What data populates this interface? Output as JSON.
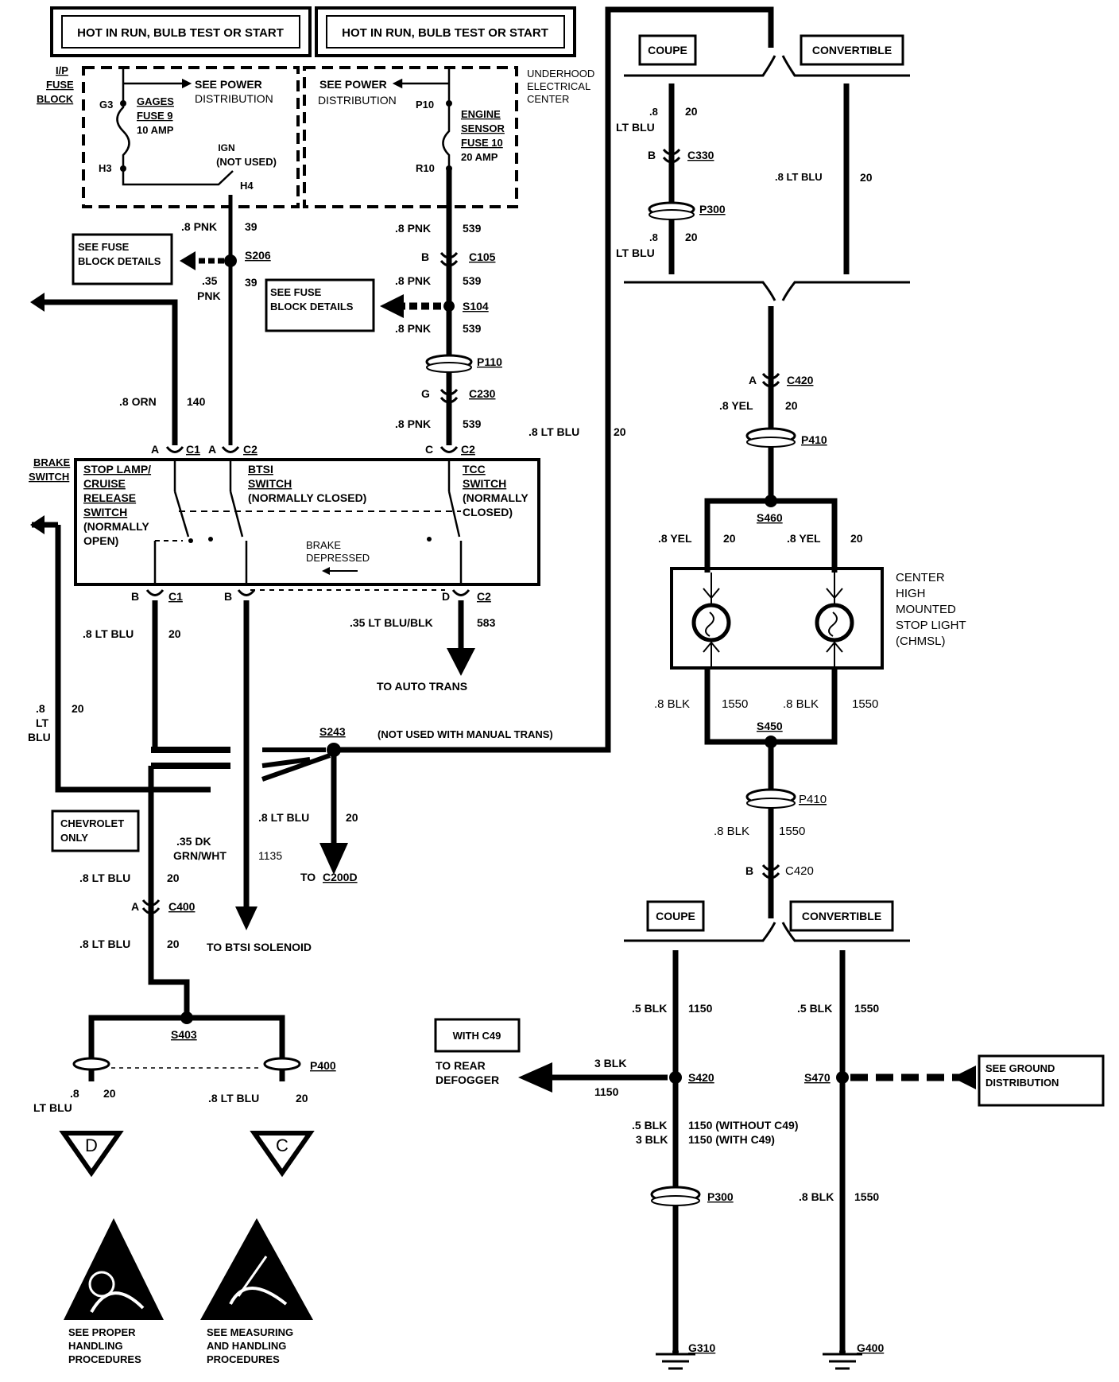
{
  "banners": {
    "left": "HOT IN RUN, BULB TEST OR START",
    "right": "HOT IN RUN, BULB TEST OR START"
  },
  "ip_fuse": {
    "line1": "I/P",
    "line2": "FUSE",
    "line3": "BLOCK",
    "g3": "G3",
    "h3": "H3",
    "gages1": "GAGES",
    "gages2": "FUSE 9",
    "gages3": "10 AMP",
    "seepower": "SEE POWER",
    "dist": "DISTRIBUTION",
    "ign": "IGN",
    "notused": "(NOT USED)",
    "h4": "H4"
  },
  "underhood": {
    "seepower": "SEE POWER",
    "dist": "DISTRIBUTION",
    "uh1": "UNDERHOOD",
    "uh2": "ELECTRICAL",
    "uh3": "CENTER",
    "p10": "P10",
    "r10": "R10",
    "es1": "ENGINE",
    "es2": "SENSOR",
    "es3": "FUSE 10",
    "es4": "20 AMP"
  },
  "left_wires": {
    "w1": ".8 PNK",
    "c1": "39",
    "s206": "S206",
    "w2a": ".35",
    "w2b": "PNK",
    "c2": "39",
    "seefuse1": "SEE FUSE",
    "seefuse2": "BLOCK DETAILS",
    "orn": ".8 ORN",
    "orn_c": "140",
    "pnk539a": ".8 PNK",
    "c539a": "539",
    "b": "B",
    "c105": "C105",
    "pnk539b": ".8 PNK",
    "c539b": "539",
    "s104": "S104",
    "pnk539c": ".8 PNK",
    "c539c": "539",
    "p110": "P110",
    "g": "G",
    "c230": "C230",
    "pnk539d": ".8 PNK",
    "c539d": "539",
    "ltblu": ".8 LT BLU",
    "ltblu_c": "20"
  },
  "brake": {
    "title1": "BRAKE",
    "title2": "SWITCH",
    "a1": "A",
    "c1": "C1",
    "a2": "A",
    "c2": "C2",
    "c3": "C",
    "c4": "C2",
    "stop1": "STOP LAMP/",
    "stop2": "CRUISE",
    "stop3": "RELEASE",
    "stop4": "SWITCH",
    "stop5": "(NORMALLY",
    "stop6": "OPEN)",
    "btsi1": "BTSI",
    "btsi2": "SWITCH",
    "btsi3": "(NORMALLY CLOSED)",
    "tcc1": "TCC",
    "tcc2": "SWITCH",
    "tcc3": "(NORMALLY",
    "tcc4": "CLOSED)",
    "dep1": "BRAKE",
    "dep2": "DEPRESSED",
    "b1": "B",
    "bc1": "C1",
    "b2": "B",
    "d": "D",
    "dc2": "C2"
  },
  "lower_left": {
    "ltblu1": ".8 LT BLU",
    "c20a": "20",
    "ltblu_blk": ".35 LT BLU/BLK",
    "c583": "583",
    "auto": "TO AUTO TRANS",
    "v1": ".8",
    "v2": "LT",
    "v3": "BLU",
    "v20": "20",
    "s243": "S243",
    "notused": "(NOT USED WITH MANUAL TRANS)",
    "chev1": "CHEVROLET",
    "chev2": "ONLY",
    "dk1": ".35 DK",
    "dk2": "GRN/WHT",
    "c1135": "1135",
    "ltblu2": ".8 LT BLU",
    "c20b": "20",
    "to": "TO",
    "c200d": "C200D",
    "ltblu3": ".8 LT BLU",
    "c20c": "20",
    "a": "A",
    "c400": "C400",
    "ltblu4": ".8 LT BLU",
    "c20d": "20",
    "btsi_sol": "TO BTSI SOLENOID",
    "s403": "S403",
    "p400": "P400",
    "l1": ".8",
    "l2": "LT BLU",
    "l20": "20",
    "r1": ".8 LT BLU",
    "r20": "20",
    "d": "D",
    "c": "C"
  },
  "warnings": {
    "w1a": "SEE PROPER",
    "w1b": "HANDLING",
    "w1c": "PROCEDURES",
    "w2a": "SEE MEASURING",
    "w2b": "AND HANDLING",
    "w2c": "PROCEDURES"
  },
  "right_top": {
    "coupe": "COUPE",
    "convertible": "CONVERTIBLE",
    "a8": ".8",
    "altblu": "LT BLU",
    "a20": "20",
    "b": "B",
    "c330": "C330",
    "p300": "P300",
    "b8": ".8",
    "bltblu": "LT BLU",
    "b20": "20",
    "conv_w": ".8 LT BLU",
    "conv_c": "20",
    "a": "A",
    "c420": "C420",
    "yel": ".8 YEL",
    "yel_c": "20",
    "p410": "P410",
    "s460": "S460",
    "yl1": ".8 YEL",
    "yl1c": "20",
    "yl2": ".8 YEL",
    "yl2c": "20",
    "ch1": "CENTER",
    "ch2": "HIGH",
    "ch3": "MOUNTED",
    "ch4": "STOP LIGHT",
    "ch5": "(CHMSL)",
    "bk1": ".8 BLK",
    "bk1c": "1550",
    "bk2": ".8 BLK",
    "bk2c": "1550",
    "s450": "S450",
    "p410b": "P410",
    "bk3": ".8 BLK",
    "bk3c": "1550",
    "b2": "B",
    "c420b": "C420"
  },
  "right_bottom": {
    "coupe": "COUPE",
    "convertible": "CONVERTIBLE",
    "l1": ".5 BLK",
    "l1c": "1150",
    "r1": ".5 BLK",
    "r1c": "1550",
    "withc49": "WITH C49",
    "def1": "TO REAR",
    "def2": "DEFOGGER",
    "blk3": "3 BLK",
    "c1150": "1150",
    "s420": "S420",
    "s470": "S470",
    "g1": "SEE GROUND",
    "g2": "DISTRIBUTION",
    "wo1": ".5 BLK",
    "wo1c": "1150 (WITHOUT C49)",
    "wo2": "3 BLK",
    "wo2c": "1150 (WITH C49)",
    "p300": "P300",
    "r2": ".8 BLK",
    "r2c": "1550",
    "g310": "G310",
    "g400": "G400"
  }
}
